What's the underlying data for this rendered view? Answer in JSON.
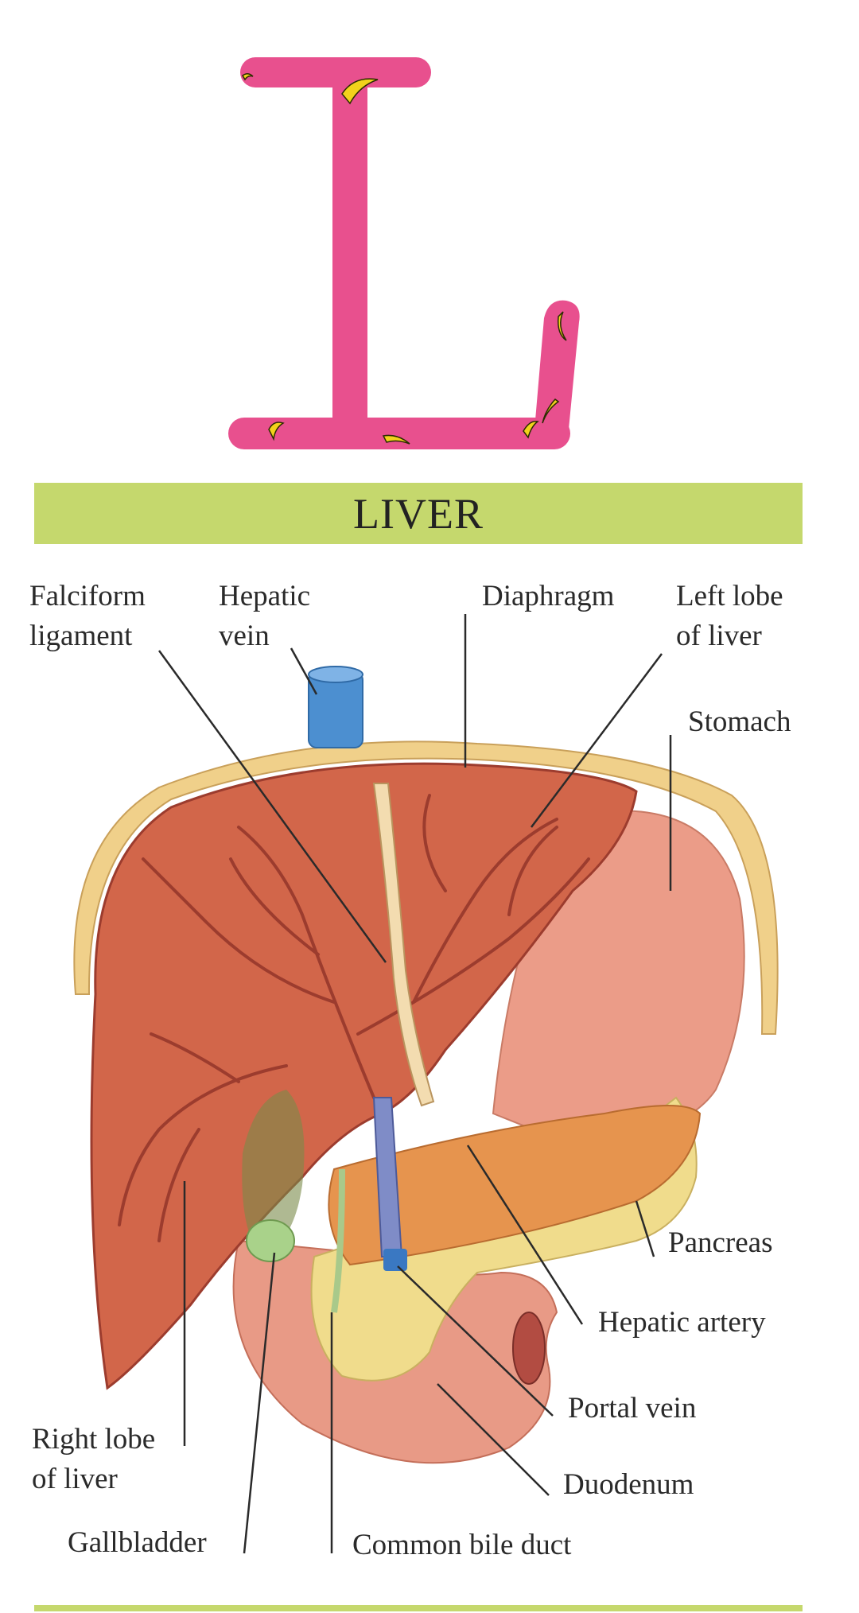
{
  "letter": {
    "glyph": "L",
    "fill_color": "#e8508e",
    "pattern": "banana-icon",
    "pattern_color": "#f2d21b"
  },
  "header": {
    "title": "LIVER",
    "bar_color": "#c5d86d"
  },
  "diagram": {
    "labels": {
      "falciform_1": "Falciform",
      "falciform_2": "ligament",
      "hepatic_vein_1": "Hepatic",
      "hepatic_vein_2": "vein",
      "diaphragm": "Diaphragm",
      "left_lobe_1": "Left lobe",
      "left_lobe_2": "of liver",
      "stomach": "Stomach",
      "pancreas": "Pancreas",
      "hepatic_artery": "Hepatic artery",
      "portal_vein": "Portal vein",
      "duodenum": "Duodenum",
      "right_lobe_1": "Right lobe",
      "right_lobe_2": "of liver",
      "gallbladder": "Gallbladder",
      "common_bile_duct": "Common bile duct"
    },
    "colors": {
      "liver": "#d2664a",
      "liver_vessels": "#9c3c2e",
      "stomach": "#eb9c88",
      "pancreas": "#f0dc8c",
      "diaphragm": "#f0d08a",
      "hepatic_vein": "#4c8fd0",
      "gallbladder": "#a9d28a",
      "duodenum": "#e89a86",
      "pancreatic_body": "#e6944e"
    }
  }
}
